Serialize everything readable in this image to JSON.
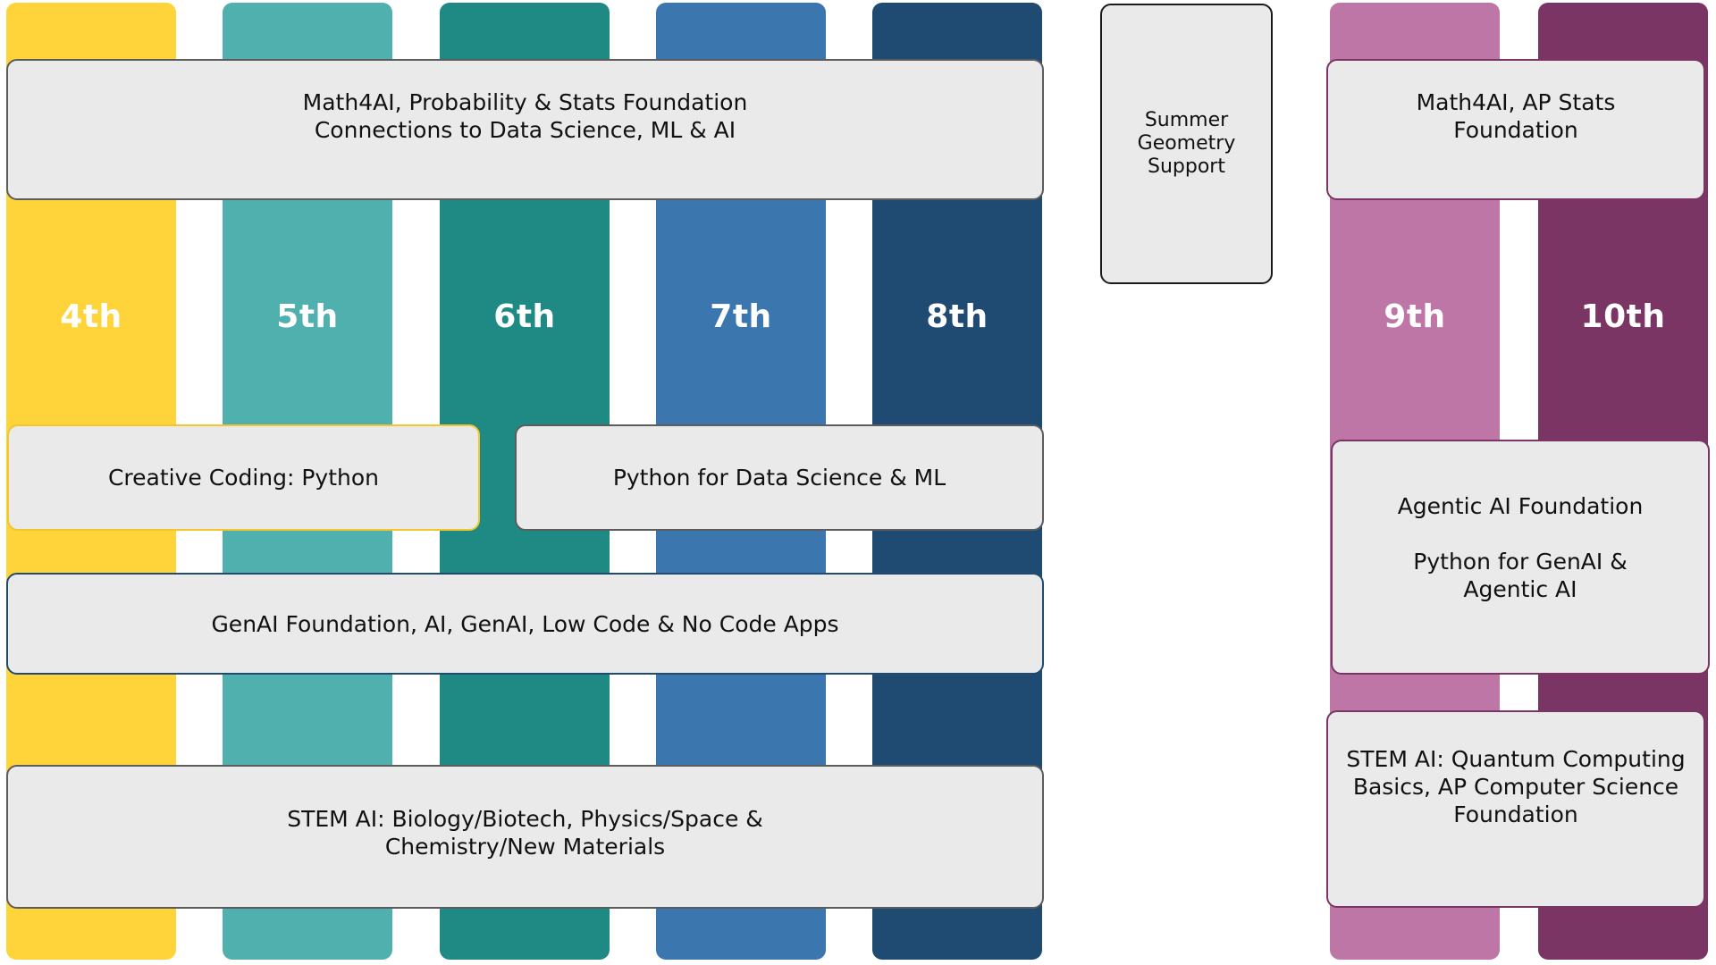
{
  "grades": [
    {
      "label": "4th",
      "color": "#FFD43B"
    },
    {
      "label": "5th",
      "color": "#4FB0AE"
    },
    {
      "label": "6th",
      "color": "#1F8A84"
    },
    {
      "label": "7th",
      "color": "#3B77AE"
    },
    {
      "label": "8th",
      "color": "#1F4A72"
    },
    {
      "label": "9th",
      "color": "#BE76A6"
    },
    {
      "label": "10th",
      "color": "#7A3564"
    }
  ],
  "courses": {
    "math_foundation": "Math4AI, Probability & Stats Foundation\nConnections to Data Science, ML & AI",
    "summer_geometry": "Summer\nGeometry\nSupport",
    "creative_coding": "Creative Coding: Python",
    "python_ds": "Python for Data Science & ML",
    "genai_foundation": "GenAI Foundation, AI, GenAI, Low Code & No Code Apps",
    "stem_ai": "STEM AI: Biology/Biotech, Physics/Space &\nChemistry/New Materials",
    "math_ap_stats": "Math4AI, AP Stats\nFoundation",
    "agentic_ai": "Agentic AI Foundation\n\nPython for GenAI &\nAgentic AI",
    "stem_quantum": "STEM AI: Quantum Computing\nBasics, AP Computer Science\nFoundation"
  },
  "colors": {
    "box_fill": "#EAEAEA",
    "box_border_default": "#5C5C5C",
    "box_border_creative": "#F2C62A",
    "box_border_genai": "#1F4A72",
    "box_border_highschool": "#7A3564"
  }
}
